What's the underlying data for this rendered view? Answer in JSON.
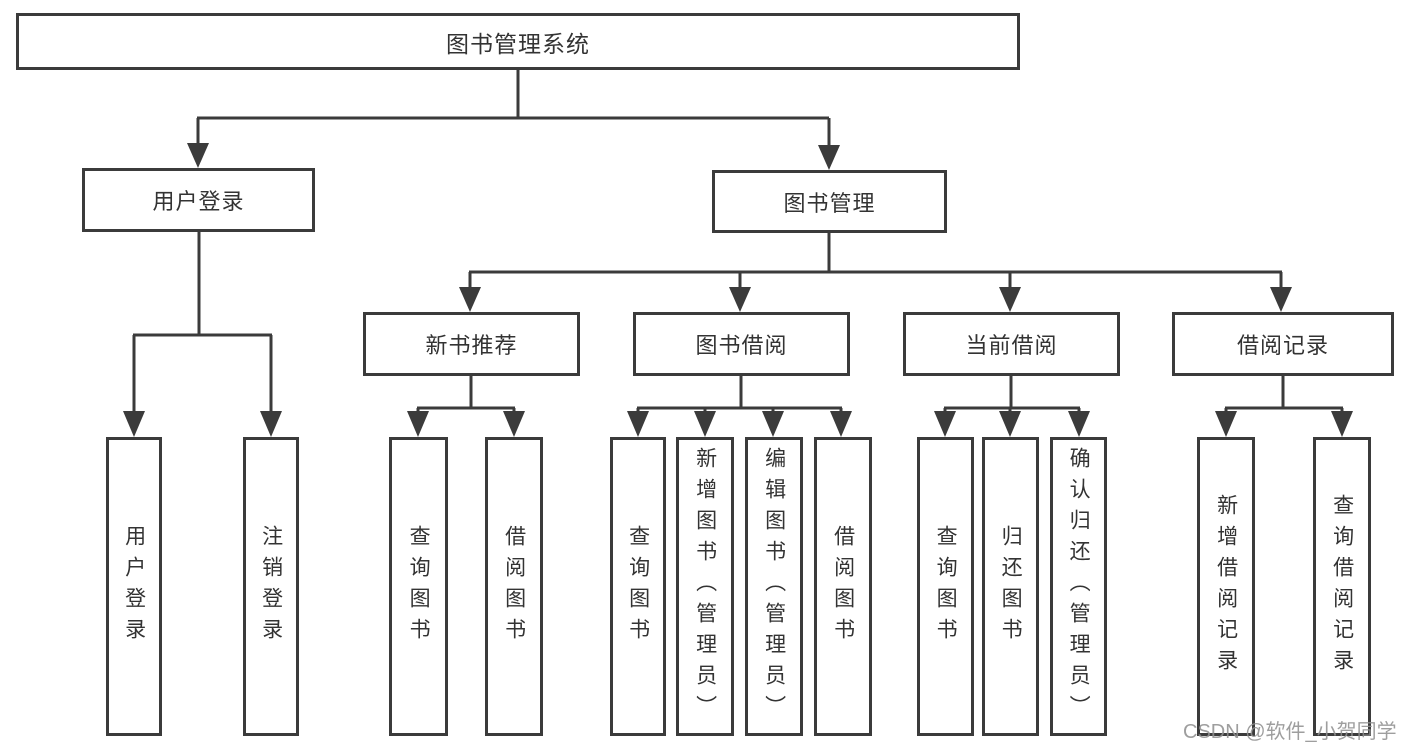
{
  "colors": {
    "line": "#3b3b3b",
    "box_border": "#3b3b3b",
    "box_background": "#ffffff",
    "text": "#333333",
    "watermark": "#919191",
    "page_background": "#ffffff"
  },
  "watermark": {
    "text": "CSDN @软件_小贺同学"
  },
  "tree": {
    "label": "图书管理系统",
    "children": [
      {
        "label": "用户登录",
        "children": [
          {
            "label": "用户登录"
          },
          {
            "label": "注销登录"
          }
        ]
      },
      {
        "label": "图书管理",
        "children": [
          {
            "label": "新书推荐",
            "children": [
              {
                "label": "查询图书"
              },
              {
                "label": "借阅图书"
              }
            ]
          },
          {
            "label": "图书借阅",
            "children": [
              {
                "label": "查询图书"
              },
              {
                "label": "新增图书（管理员）"
              },
              {
                "label": "编辑图书（管理员）"
              },
              {
                "label": "借阅图书"
              }
            ]
          },
          {
            "label": "当前借阅",
            "children": [
              {
                "label": "查询图书"
              },
              {
                "label": "归还图书"
              },
              {
                "label": "确认归还（管理员）"
              }
            ]
          },
          {
            "label": "借阅记录",
            "children": [
              {
                "label": "新增借阅记录"
              },
              {
                "label": "查询借阅记录"
              }
            ]
          }
        ]
      }
    ]
  }
}
